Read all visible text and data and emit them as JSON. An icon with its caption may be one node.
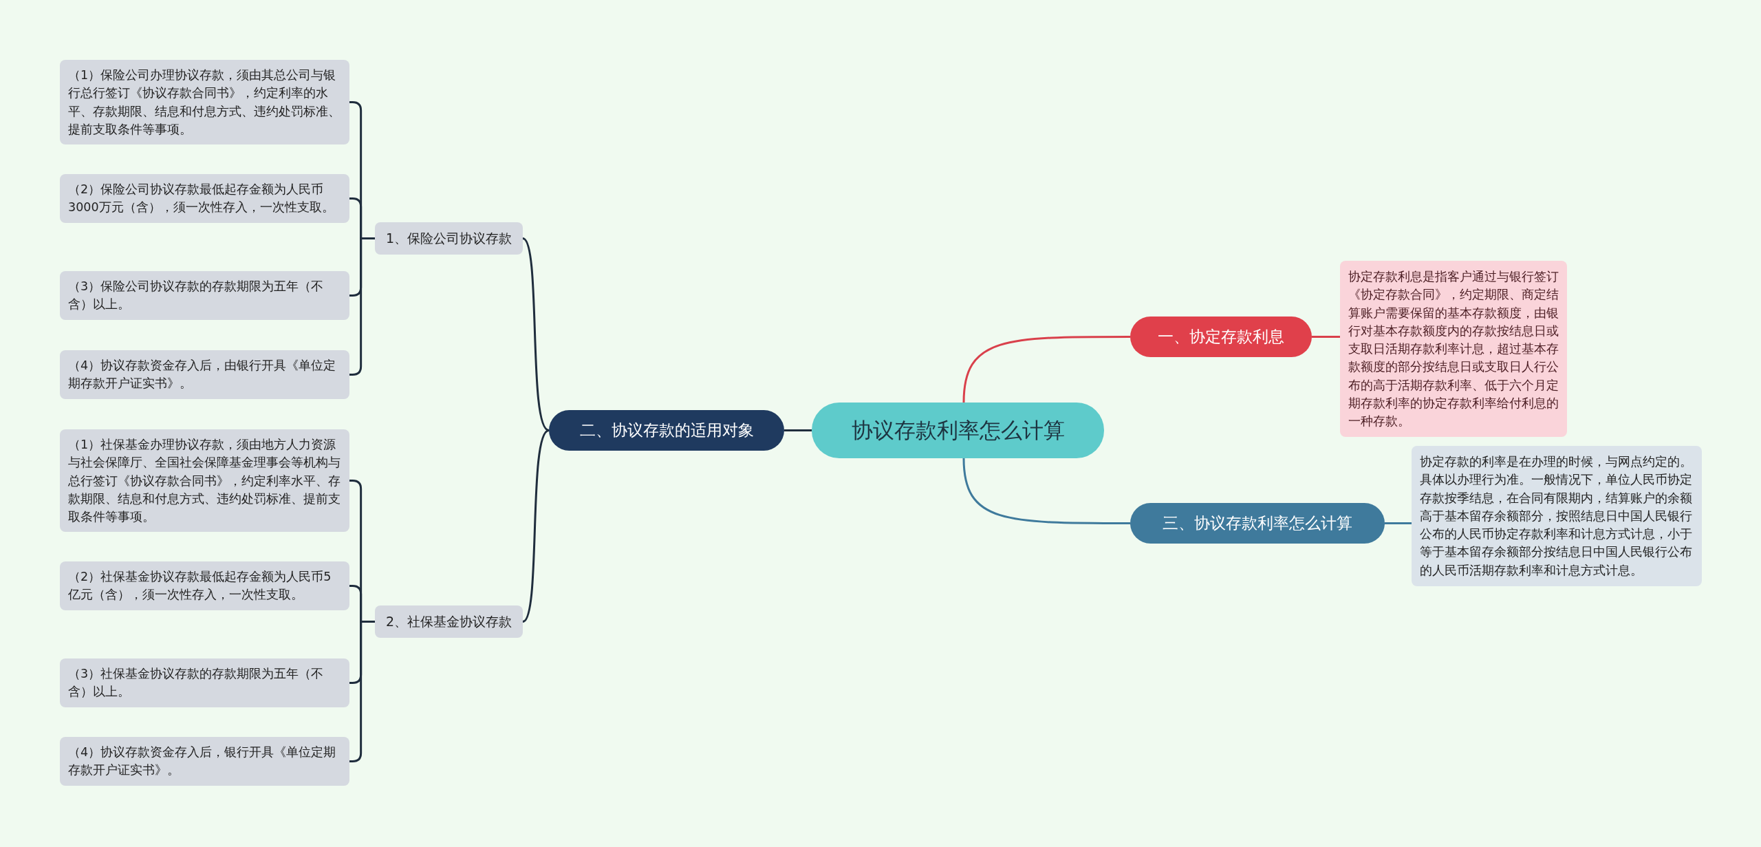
{
  "diagram": {
    "nodes": [
      {
        "text": [
          "协议存款利率怎么计算"
        ]
      },
      {
        "text": [
          "一、协定存款利息"
        ]
      },
      {
        "text": [
          "协定存款利息是指客户通过与银行签订《协定存款合同》，约定期限、商定结算账户需要保留的基本存款额度，由银行对基本存款额度内的存款按结息日或支取日活期存款利率计息，超过基本存款额度的部分按结息日或支取日人行公布的高于活期存款利率、低于六个月定期存款利率的协定存款利率给付利息的一种存款。"
        ]
      },
      {
        "text": [
          "三、协议存款利率怎么计算"
        ]
      },
      {
        "text": [
          "协定存款的利率是在办理的时候，与网点约定的。具体以办理行为准。一般情况下，单位人民币协定存款按季结息，在合同有限期内，结算账户的余额高于基本留存余额部分，按照结息日中国人民银行公布的人民币协定存款利率和计息方式计息，小于等于基本留存余额部分按结息日中国人民银行公布的人民币活期存款利率和计息方式计息。"
        ]
      },
      {
        "text": [
          "二、协议存款的适用对象"
        ]
      },
      {
        "text": [
          "1、保险公司协议存款"
        ]
      },
      {
        "text": [
          "（1）保险公司办理协议存款，须由其总公司与银行总行签订《协议存款合同书》，约定利率的水平、存款期限、结息和付息方式、违约处罚标准、提前支取条件等事项。"
        ]
      },
      {
        "text": [
          "（2）保险公司协议存款最低起存金额为人民币3000万元（含），须一次性存入，一次性支取。"
        ]
      },
      {
        "text": [
          "（3）保险公司协议存款的存款期限为五年（不含）以上。"
        ]
      },
      {
        "text": [
          "（4）协议存款资金存入后，由银行开具《单位定期存款开户证实书》。"
        ]
      },
      {
        "text": [
          "2、社保基金协议存款"
        ]
      },
      {
        "text": [
          "（1）社保基金办理协议存款，须由地方人力资源与社会保障厅、全国社会保障基金理事会等机构与总行签订《协议存款合同书》，约定利率水平、存款期限、结息和付息方式、违约处罚标准、提前支取条件等事项。"
        ]
      },
      {
        "text": [
          "（2）社保基金协议存款最低起存金额为人民币5亿元（含），须一次性存入，一次性支取。"
        ]
      },
      {
        "text": [
          "（3）社保基金协议存款的存款期限为五年（不含）以上。"
        ]
      },
      {
        "text": [
          "（4）协议存款资金存入后，银行开具《单位定期存款开户证实书》。"
        ]
      }
    ],
    "edges": [
      {
        "from": 0,
        "to": 1,
        "arrow": "none",
        "color": "#d9404b"
      },
      {
        "from": 1,
        "to": 2,
        "arrow": "none",
        "color": "#d9404b"
      },
      {
        "from": 0,
        "to": 3,
        "arrow": "none",
        "color": "#3f7a9c"
      },
      {
        "from": 3,
        "to": 4,
        "arrow": "none",
        "color": "#3f7a9c"
      },
      {
        "from": 0,
        "to": 5,
        "arrow": "none"
      },
      {
        "from": 5,
        "to": 6,
        "arrow": "none"
      },
      {
        "from": 5,
        "to": 11,
        "arrow": "none"
      },
      {
        "from": 6,
        "to": 7,
        "arrow": "none"
      },
      {
        "from": 6,
        "to": 8,
        "arrow": "none"
      },
      {
        "from": 6,
        "to": 9,
        "arrow": "none"
      },
      {
        "from": 6,
        "to": 10,
        "arrow": "none"
      },
      {
        "from": 11,
        "to": 12,
        "arrow": "none"
      },
      {
        "from": 11,
        "to": 13,
        "arrow": "none"
      },
      {
        "from": 11,
        "to": 14,
        "arrow": "none"
      },
      {
        "from": 11,
        "to": 15,
        "arrow": "none"
      }
    ]
  }
}
